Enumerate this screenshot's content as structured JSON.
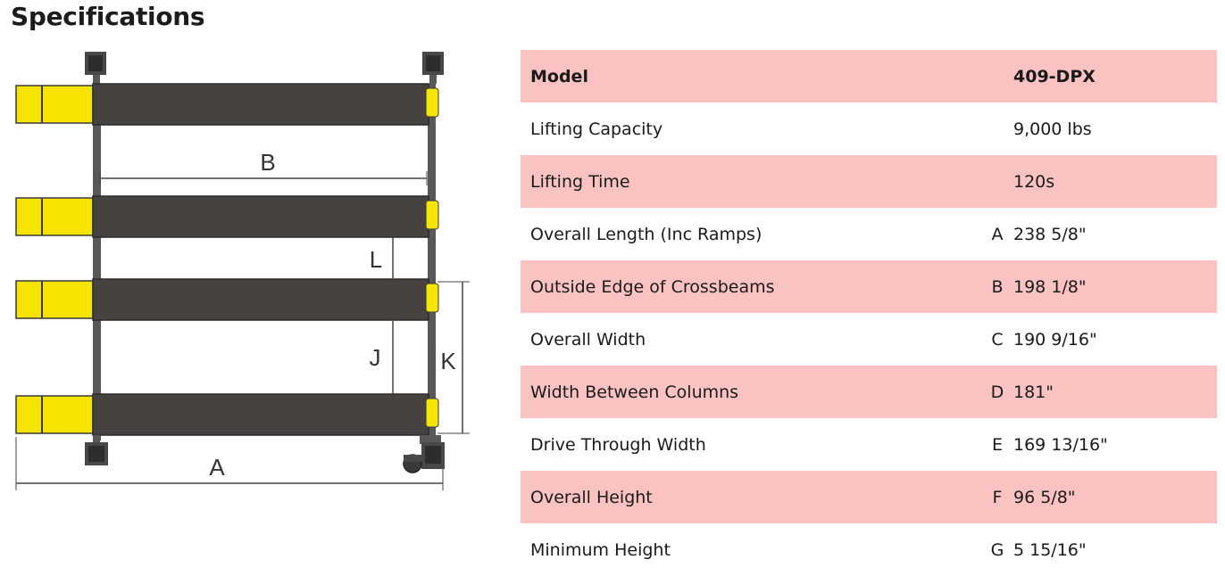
{
  "heading": "Specifications",
  "diagram": {
    "labels": {
      "A": "A",
      "B": "B",
      "J": "J",
      "K": "K",
      "L": "L"
    },
    "colors": {
      "deck": "#454240",
      "ramp": "#f5e400",
      "frame": "#5a5856"
    }
  },
  "table": {
    "rows": [
      {
        "label": "Model",
        "ref": "",
        "value": "409-DPX"
      },
      {
        "label": "Lifting Capacity",
        "ref": "",
        "value": "9,000 lbs"
      },
      {
        "label": "Lifting Time",
        "ref": "",
        "value": "120s"
      },
      {
        "label": "Overall Length (Inc Ramps)",
        "ref": "A",
        "value": "238 5/8\""
      },
      {
        "label": "Outside Edge of Crossbeams",
        "ref": "B",
        "value": "198 1/8\""
      },
      {
        "label": "Overall Width",
        "ref": "C",
        "value": "190 9/16\""
      },
      {
        "label": "Width Between Columns",
        "ref": "D",
        "value": "181\""
      },
      {
        "label": "Drive Through Width",
        "ref": "E",
        "value": "169 13/16\""
      },
      {
        "label": "Overall Height",
        "ref": "F",
        "value": "96 5/8\""
      },
      {
        "label": "Minimum Height",
        "ref": "G",
        "value": "5 15/16\""
      }
    ],
    "colors": {
      "stripe": "#fbc2c2"
    }
  }
}
